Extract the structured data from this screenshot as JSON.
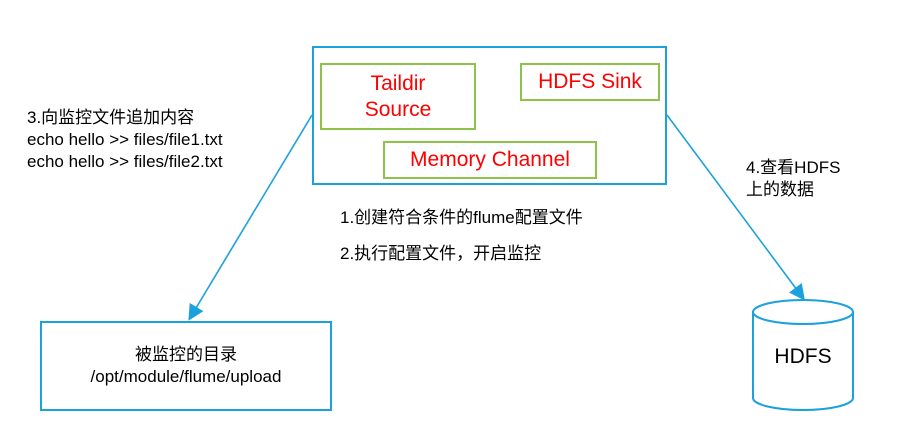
{
  "agent": {
    "source_line1": "Taildir",
    "source_line2": "Source",
    "sink": "HDFS Sink",
    "channel": "Memory Channel"
  },
  "left_note": {
    "line1": "3.向监控文件追加内容",
    "line2": "echo hello >> files/file1.txt",
    "line3": "echo hello >> files/file2.txt"
  },
  "right_note": {
    "line1": "4.查看HDFS",
    "line2": "上的数据"
  },
  "center_steps": {
    "step1": "1.创建符合条件的flume配置文件",
    "step2": "2.执行配置文件，开启监控"
  },
  "dir_box": {
    "line1": "被监控的目录",
    "line2": "/opt/module/flume/upload"
  },
  "hdfs_label": "HDFS",
  "colors": {
    "blue": "#1ba1dc",
    "green": "#8ec34a",
    "red": "#ff0000"
  }
}
